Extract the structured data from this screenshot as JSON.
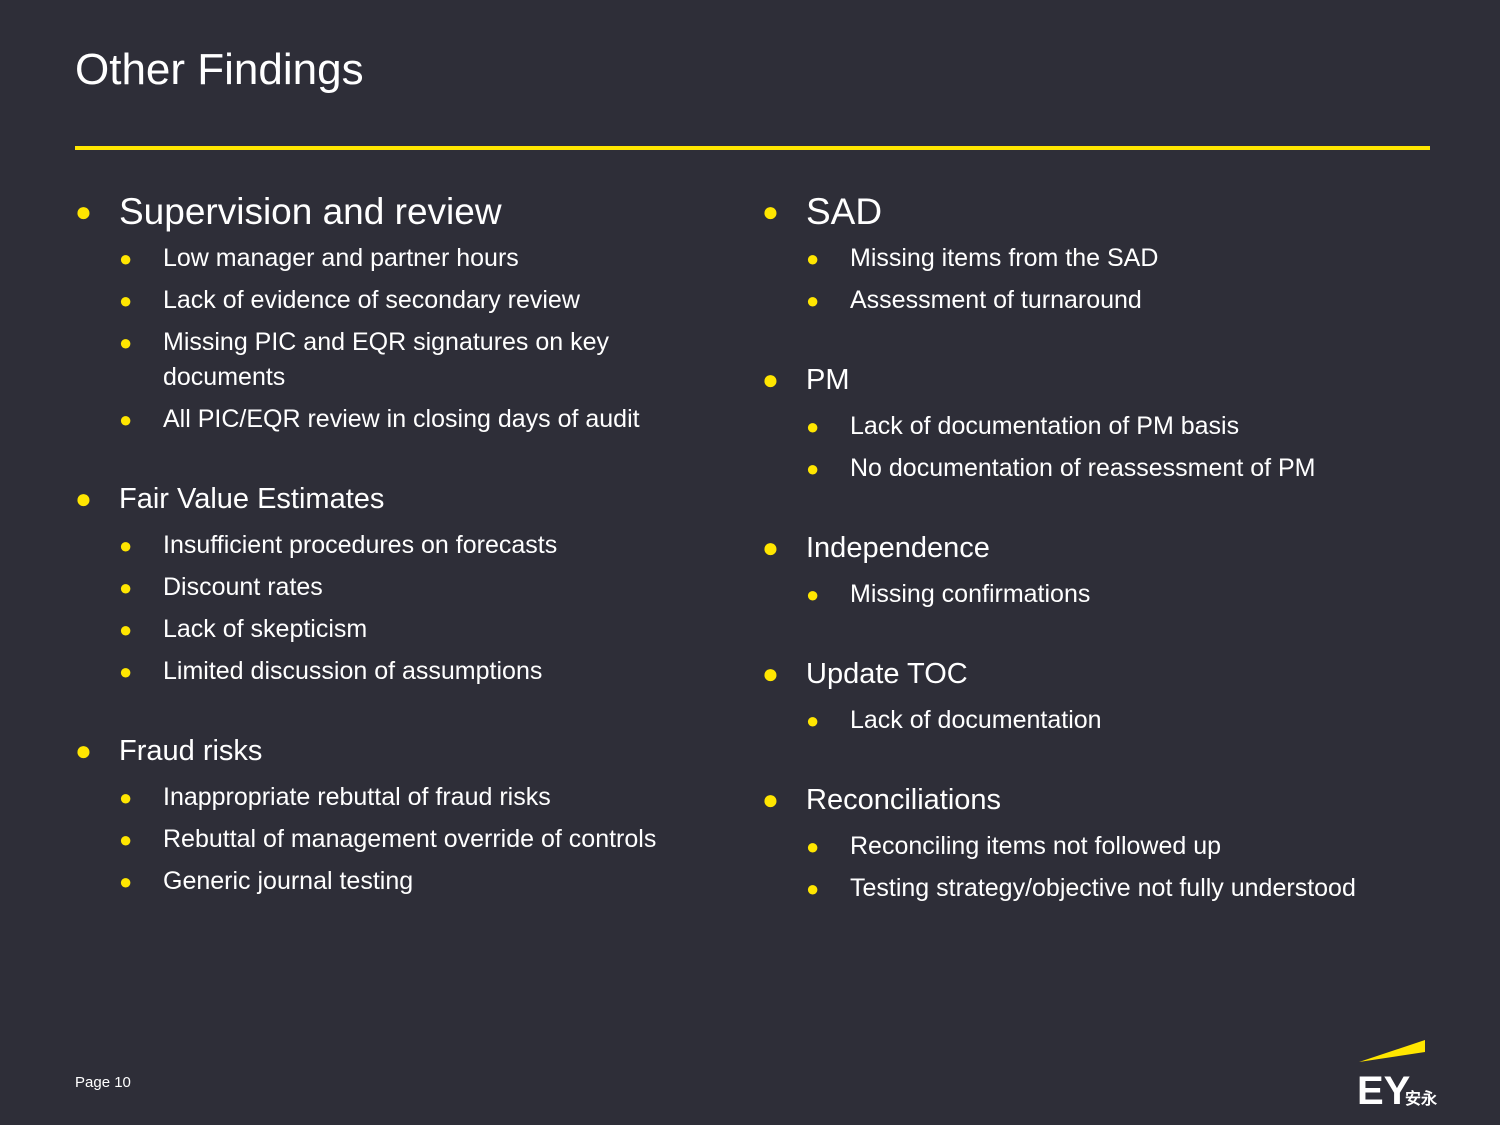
{
  "slide": {
    "title": "Other Findings",
    "page_label": "Page 10",
    "accent_color": "#ffe600",
    "background_color": "#2e2e38"
  },
  "logo": {
    "text": "EY",
    "secondary_text": "安永"
  },
  "sections": [
    {
      "heading": "Supervision and review",
      "items": [
        "Low manager and partner hours",
        "Lack of evidence of secondary review",
        "Missing PIC and EQR signatures on key documents",
        "All PIC/EQR review in closing days of audit"
      ]
    },
    {
      "heading": "Fair Value Estimates",
      "items": [
        "Insufficient procedures on forecasts",
        "Discount rates",
        "Lack of skepticism",
        "Limited discussion of assumptions"
      ]
    },
    {
      "heading": "Fraud risks",
      "items": [
        "Inappropriate rebuttal of fraud risks",
        "Rebuttal of management override of controls",
        "Generic journal testing"
      ]
    },
    {
      "heading": "SAD",
      "items": [
        "Missing items from the SAD",
        "Assessment of turnaround"
      ]
    },
    {
      "heading": "PM",
      "items": [
        "Lack of documentation of PM basis",
        "No documentation of reassessment of PM"
      ]
    },
    {
      "heading": "Independence",
      "items": [
        "Missing confirmations"
      ]
    },
    {
      "heading": "Update TOC",
      "items": [
        "Lack of documentation"
      ]
    },
    {
      "heading": "Reconciliations",
      "items": [
        "Reconciling items not followed up",
        "Testing strategy/objective not fully understood"
      ]
    }
  ]
}
